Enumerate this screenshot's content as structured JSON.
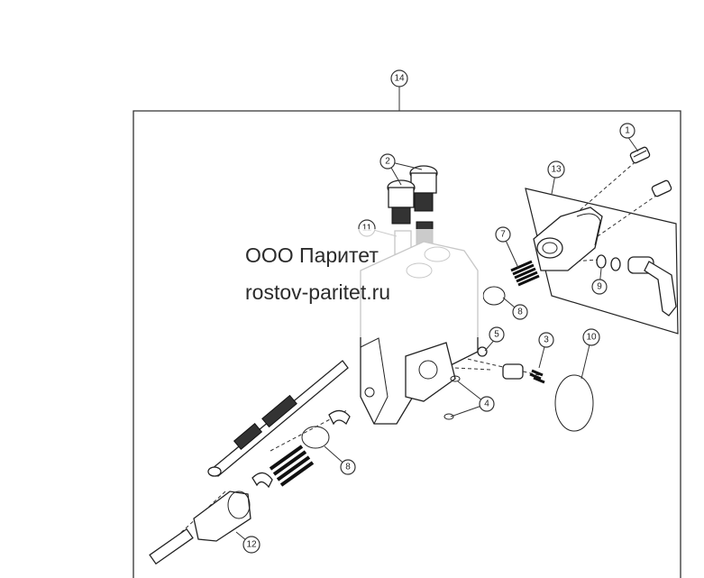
{
  "watermark": {
    "line1": "ООО Паритет",
    "line2": "rostov-paritet.ru"
  },
  "callouts": {
    "c1": "1",
    "c2": "2",
    "c3": "3",
    "c4": "4",
    "c5": "5",
    "c7": "7",
    "c8a": "8",
    "c8b": "8",
    "c9": "9",
    "c10": "10",
    "c11": "11",
    "c12": "12",
    "c13": "13",
    "c14": "14"
  }
}
